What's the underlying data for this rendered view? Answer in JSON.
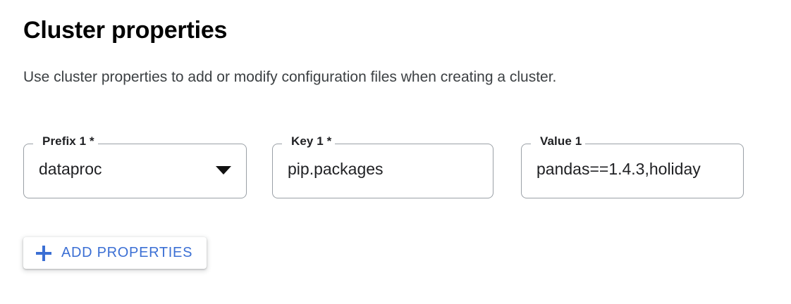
{
  "page": {
    "title": "Cluster properties",
    "description": "Use cluster properties to add or modify configuration files when creating a cluster."
  },
  "colors": {
    "accent_blue": "#3b6fd4",
    "border_gray": "#9aa0a6",
    "text_primary": "#202124",
    "text_secondary": "#3c4043",
    "background": "#ffffff"
  },
  "fields": [
    {
      "name": "prefix",
      "label": "Prefix 1 *",
      "value": "dataproc",
      "control": "select",
      "icon": "chevron-down-icon"
    },
    {
      "name": "key",
      "label": "Key 1 *",
      "value": "pip.packages",
      "control": "text"
    },
    {
      "name": "value",
      "label": "Value 1",
      "value": "pandas==1.4.3,holiday",
      "control": "text"
    }
  ],
  "add_button": {
    "label": "ADD PROPERTIES",
    "icon": "plus-icon"
  }
}
